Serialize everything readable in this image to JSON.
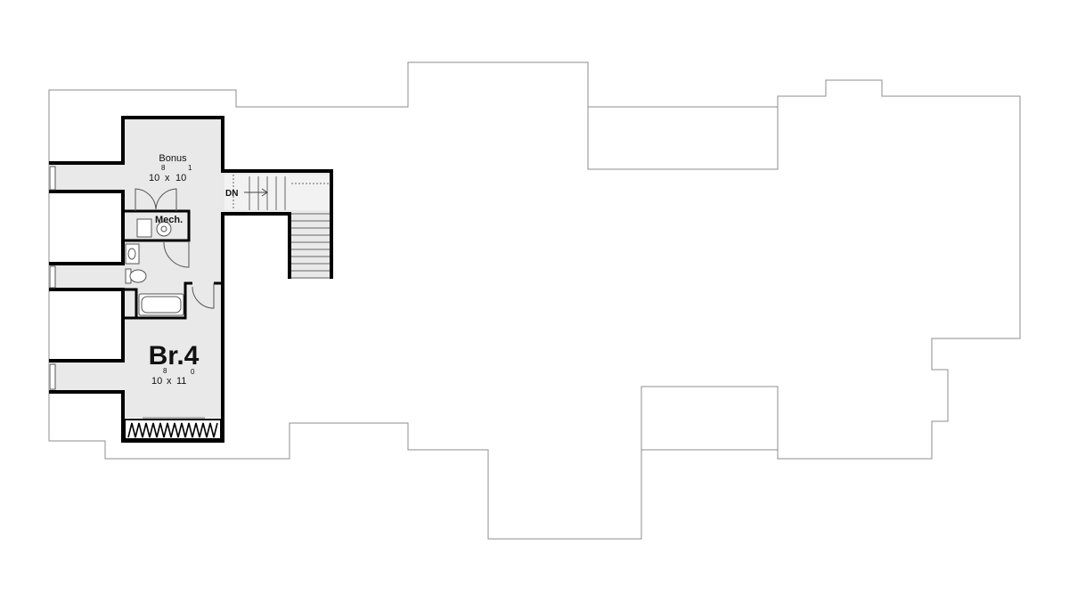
{
  "rooms": {
    "bonus": {
      "name": "Bonus",
      "dim_a": "10",
      "dim_a_sup": "8",
      "times": "x",
      "dim_b": "10",
      "dim_b_sup": "1"
    },
    "mech": {
      "name": "Mech."
    },
    "bedroom4": {
      "name": "Br.4",
      "dim_a": "10",
      "dim_a_sup": "8",
      "times": "x",
      "dim_b": "11",
      "dim_b_sup": "0"
    }
  },
  "stairs": {
    "label": "DN"
  },
  "colors": {
    "floor_fill": "#e9e9e9",
    "wall": "#000000",
    "outline": "#8c8c8c",
    "background": "#ffffff"
  }
}
